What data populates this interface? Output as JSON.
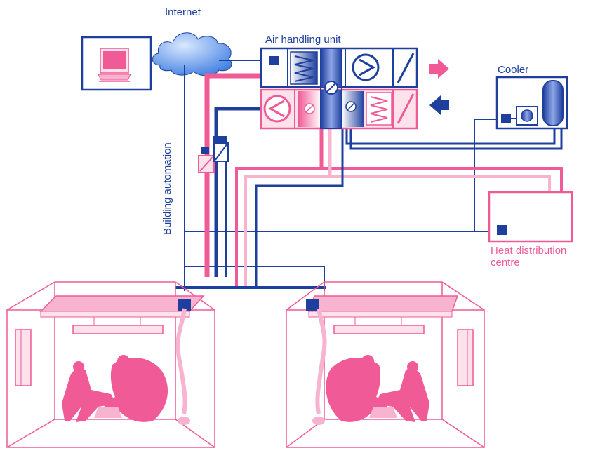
{
  "labels": {
    "internet": "Internet",
    "air_handling_unit": "Air handling unit",
    "cooler": "Cooler",
    "heat_distribution_centre": "Heat distribution centre",
    "building_automation": "Building automation"
  },
  "colors": {
    "blue": "#1e3f9e",
    "pink": "#f05a96",
    "light_pink": "#f7b3cf",
    "pale_pink": "#fde2ec"
  },
  "icons": [
    "computer-monitor-icon",
    "cloud-icon",
    "fan-icon",
    "heat-exchanger-icon",
    "damper-icon",
    "filter-icon",
    "arrow-right-icon",
    "arrow-left-icon",
    "pump-icon",
    "tank-icon",
    "person-icon"
  ]
}
